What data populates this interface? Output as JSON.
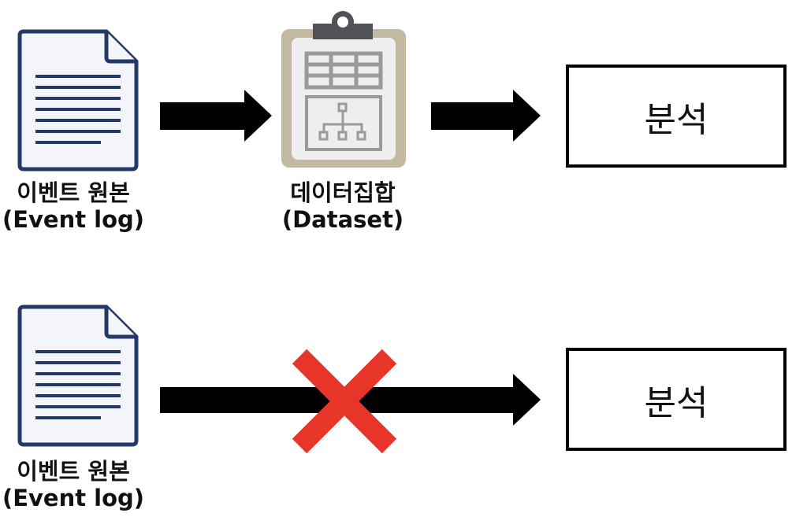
{
  "top_row": {
    "source_label": "이벤트 원본",
    "source_sublabel": "(Event log)",
    "dataset_label": "데이터집합",
    "dataset_sublabel": "(Dataset)",
    "target_label": "분석"
  },
  "bottom_row": {
    "source_label": "이벤트 원본",
    "source_sublabel": "(Event log)",
    "target_label": "분석",
    "blocked_icon": "x-mark-icon"
  },
  "colors": {
    "doc_stroke": "#243a66",
    "clip_board": "#c2b9a0",
    "clip_grey": "#9a9a9a",
    "cross": "#e8352a"
  }
}
